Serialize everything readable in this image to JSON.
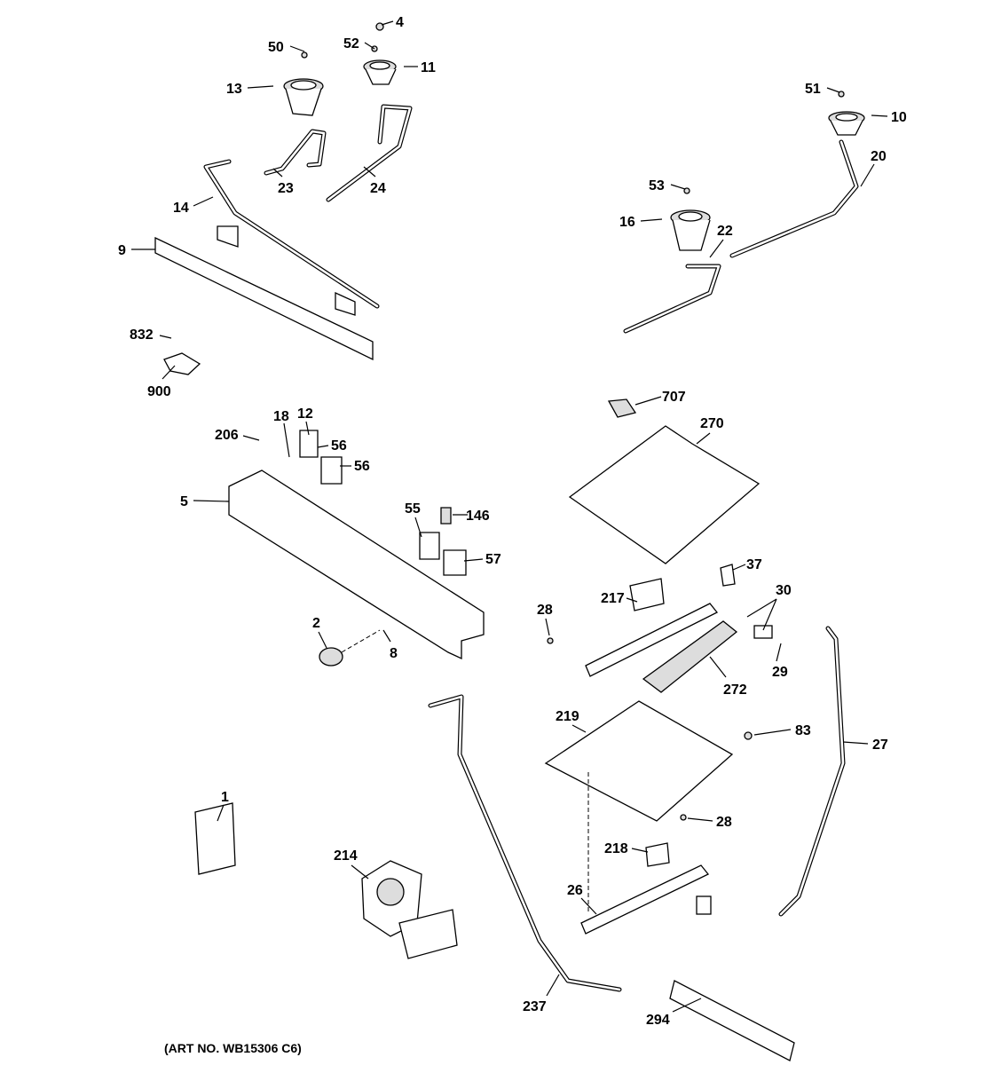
{
  "diagram": {
    "callouts": [
      "4",
      "50",
      "52",
      "11",
      "13",
      "51",
      "10",
      "23",
      "24",
      "14",
      "20",
      "53",
      "16",
      "22",
      "9",
      "832",
      "900",
      "707",
      "270",
      "18",
      "12",
      "206",
      "56",
      "56",
      "5",
      "55",
      "146",
      "57",
      "37",
      "30",
      "217",
      "28",
      "2",
      "8",
      "29",
      "272",
      "219",
      "83",
      "27",
      "28",
      "1",
      "218",
      "214",
      "26",
      "237",
      "294"
    ],
    "art_number": "(ART NO. WB15306 C6)"
  }
}
